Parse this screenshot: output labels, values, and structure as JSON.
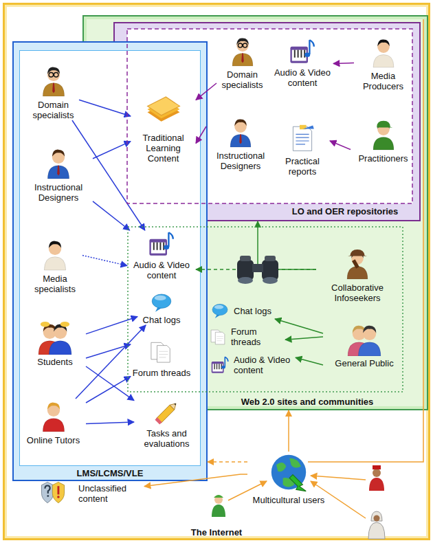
{
  "diagram": {
    "nodes": [
      {
        "text": [
          "The Internet"
        ]
      },
      {
        "text": [
          "Web 2.0 sites and communities"
        ],
        "in": 0
      },
      {
        "text": [
          "LO and OER repositories"
        ],
        "in": 1
      },
      {
        "text": [
          "LMS/LCMS/VLE"
        ],
        "in": 0
      },
      {
        "text": [
          "Domain specialists"
        ],
        "in": 3
      },
      {
        "text": [
          "Instructional Designers"
        ],
        "in": 3
      },
      {
        "text": [
          "Media specialists"
        ],
        "in": 3
      },
      {
        "text": [
          "Students"
        ],
        "in": 3
      },
      {
        "text": [
          "Online Tutors"
        ],
        "in": 3
      },
      {
        "text": [
          "Traditional Learning Content"
        ],
        "in": 3
      },
      {
        "text": [
          "Audio & Video content"
        ],
        "in": 3
      },
      {
        "text": [
          "Chat logs"
        ],
        "in": 3
      },
      {
        "text": [
          "Forum threads"
        ],
        "in": 3
      },
      {
        "text": [
          "Tasks and evaluations"
        ],
        "in": 3
      },
      {
        "text": [
          "Domain specialists"
        ],
        "in": 2
      },
      {
        "text": [
          "Audio & Video content"
        ],
        "in": 2
      },
      {
        "text": [
          "Media Producers"
        ],
        "in": 2
      },
      {
        "text": [
          "Instructional Designers"
        ],
        "in": 2
      },
      {
        "text": [
          "Practical reports"
        ],
        "in": 2
      },
      {
        "text": [
          "Practitioners"
        ],
        "in": 2
      },
      {
        "text": [
          "Collaborative Infoseekers"
        ],
        "in": 1
      },
      {
        "text": [
          "Chat logs"
        ],
        "in": 1
      },
      {
        "text": [
          "Forum threads"
        ],
        "in": 1
      },
      {
        "text": [
          "Audio & Video content"
        ],
        "in": 1
      },
      {
        "text": [
          "General Public"
        ],
        "in": 1
      },
      {
        "text": [
          "Unclassified content"
        ],
        "in": 0
      },
      {
        "text": [
          "Multicultural users"
        ],
        "in": 0
      }
    ],
    "edges": [
      {
        "from": 4,
        "to": 9,
        "arrow": "to"
      },
      {
        "from": 4,
        "to": 10,
        "arrow": "to"
      },
      {
        "from": 5,
        "to": 9,
        "arrow": "to"
      },
      {
        "from": 5,
        "to": 10,
        "arrow": "to"
      },
      {
        "from": 6,
        "to": 10,
        "arrow": "to"
      },
      {
        "from": 7,
        "to": 11,
        "arrow": "to"
      },
      {
        "from": 7,
        "to": 12,
        "arrow": "to"
      },
      {
        "from": 7,
        "to": 13,
        "arrow": "to"
      },
      {
        "from": 8,
        "to": 11,
        "arrow": "to"
      },
      {
        "from": 8,
        "to": 12,
        "arrow": "to"
      },
      {
        "from": 8,
        "to": 13,
        "arrow": "to"
      },
      {
        "from": 14,
        "to": 9,
        "arrow": "to"
      },
      {
        "from": 17,
        "to": 9,
        "arrow": "to"
      },
      {
        "from": 16,
        "to": 15,
        "arrow": "to"
      },
      {
        "from": 19,
        "to": 18,
        "arrow": "to"
      },
      {
        "from": 20,
        "to": 10,
        "arrow": "to"
      },
      {
        "from": 20,
        "to": 2,
        "arrow": "to"
      },
      {
        "from": 24,
        "to": 21,
        "arrow": "to"
      },
      {
        "from": 24,
        "to": 22,
        "arrow": "to"
      },
      {
        "from": 24,
        "to": 23,
        "arrow": "to"
      },
      {
        "from": 26,
        "to": 1,
        "arrow": "to"
      },
      {
        "from": 26,
        "to": 3,
        "arrow": "to"
      },
      {
        "from": 26,
        "to": 25,
        "arrow": "to"
      }
    ]
  }
}
